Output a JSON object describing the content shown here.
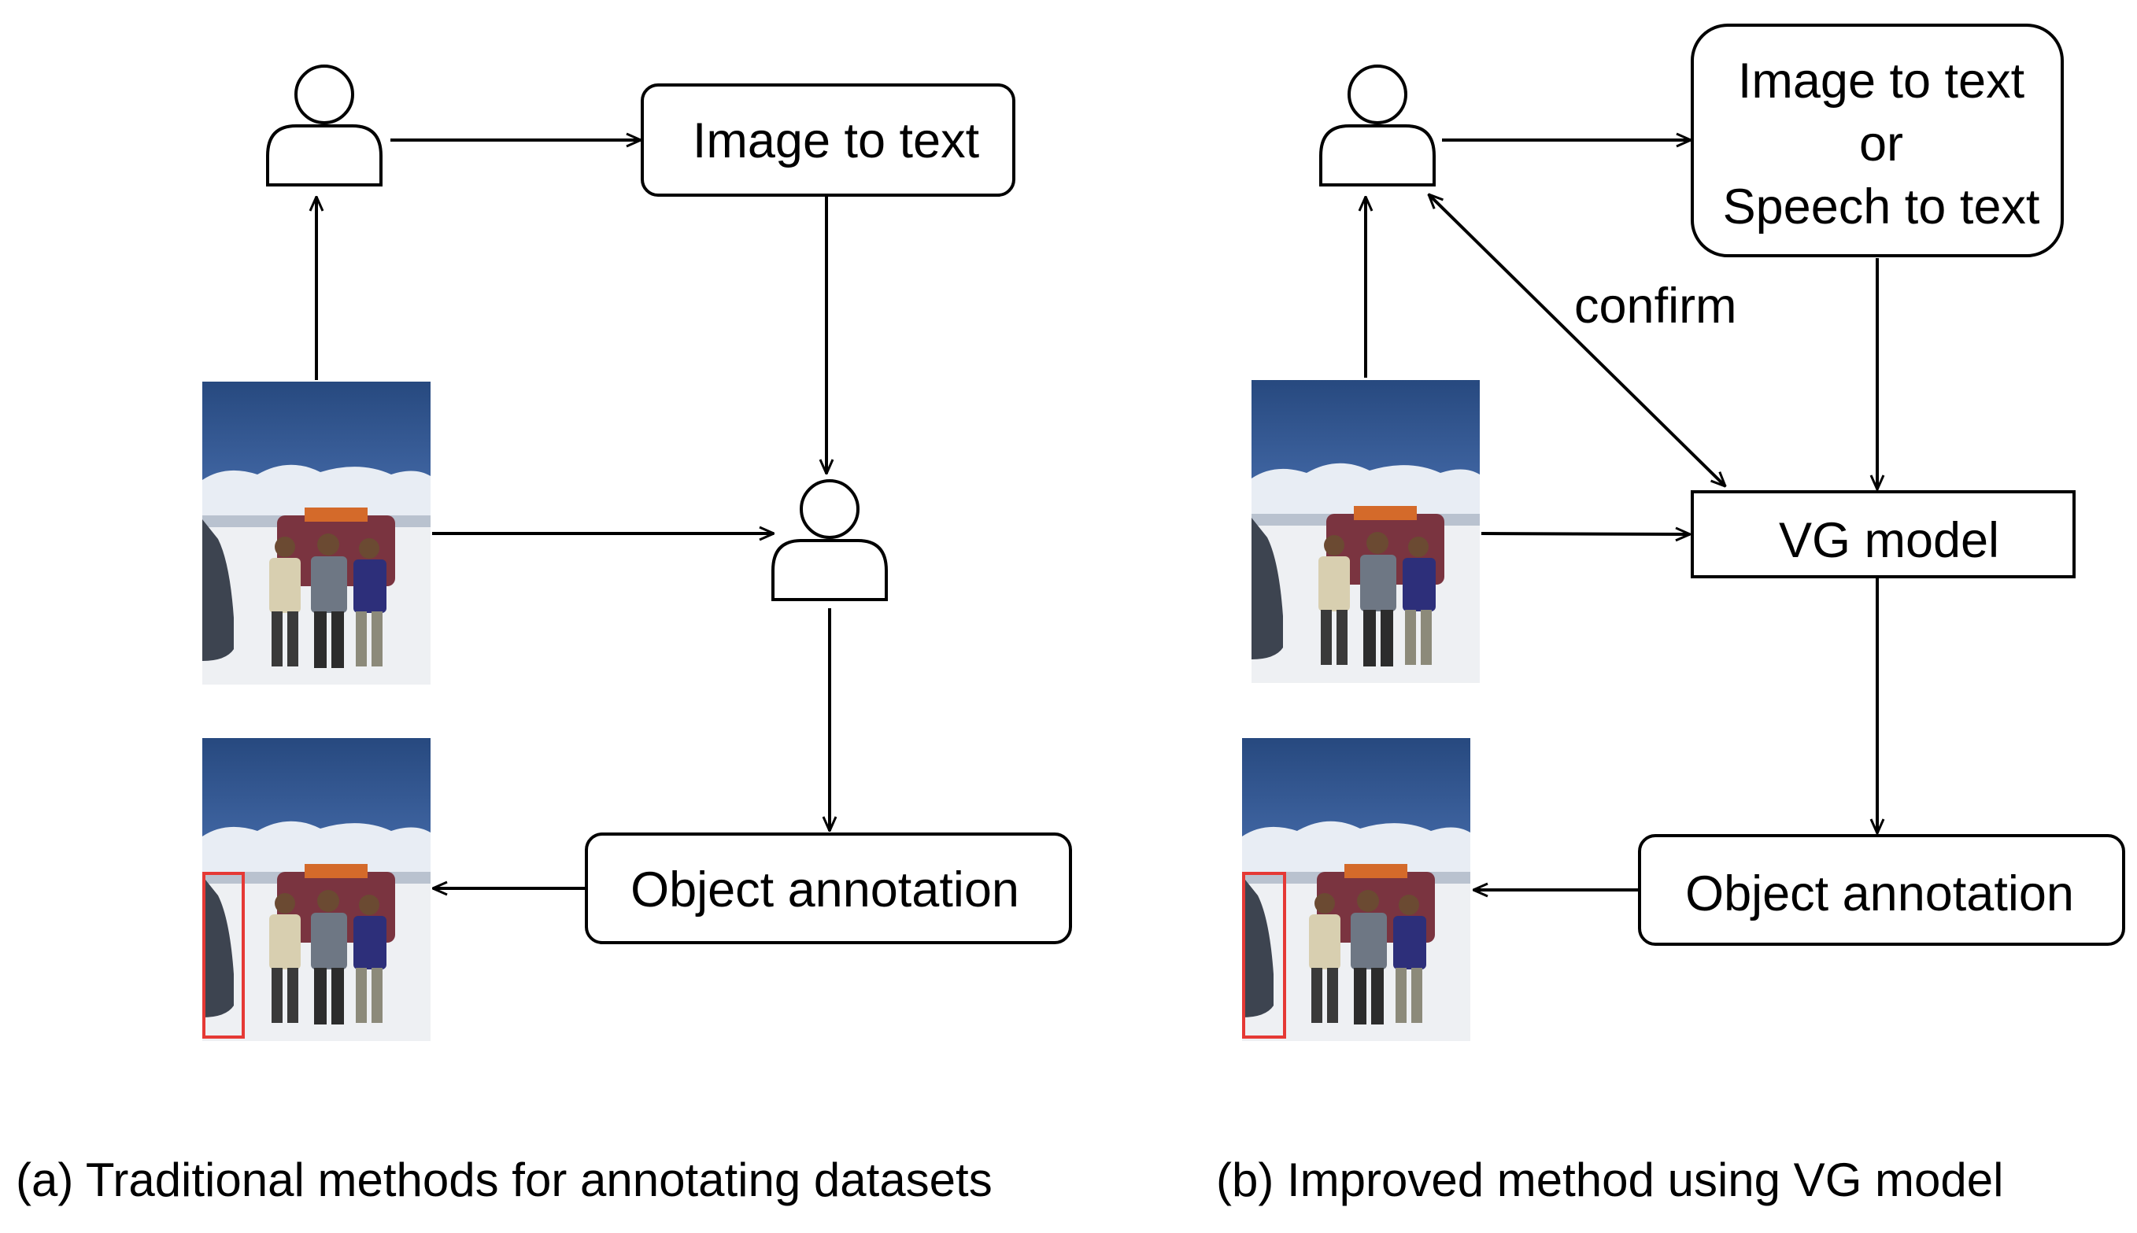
{
  "panel_a": {
    "caption": "(a)  Traditional methods for annotating datasets",
    "image_to_text": "Image to text",
    "object_annotation": "Object annotation"
  },
  "panel_b": {
    "caption": "(b)  Improved method using VG model",
    "text_box_line1": "Image to text",
    "text_box_line2": "or",
    "text_box_line3": "Speech to text",
    "vg_model": "VG model",
    "object_annotation": "Object annotation",
    "confirm_label": "confirm"
  },
  "colors": {
    "sky_top": "#2b4f8e",
    "sky_bottom": "#5f86c2",
    "cloud": "#e9eef5",
    "ground": "#f1f2f4",
    "annotation_box": "#e53935"
  }
}
